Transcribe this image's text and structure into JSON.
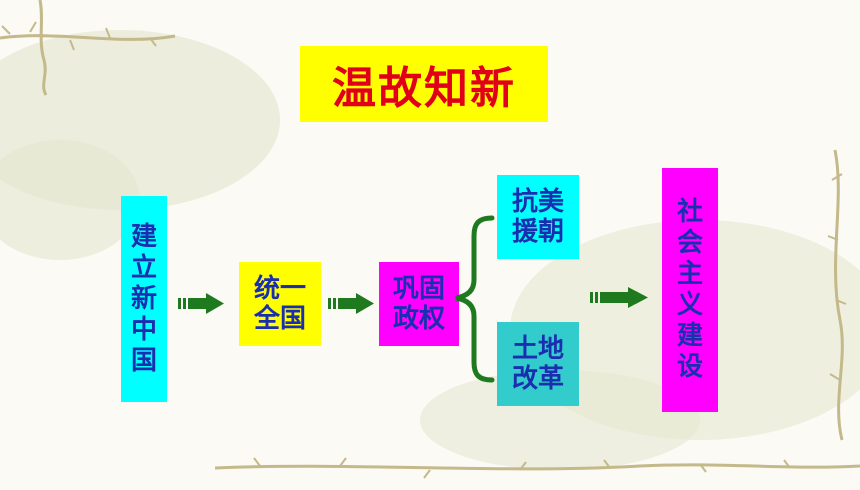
{
  "title": "温故知新",
  "nodes": {
    "found_china": [
      "建",
      "立",
      "新",
      "中",
      "国"
    ],
    "unify": [
      "统一",
      "全国"
    ],
    "consolidate": [
      "巩固",
      "政权"
    ],
    "korea": [
      "抗美",
      "援朝"
    ],
    "land_reform": [
      "土地",
      "改革"
    ],
    "socialism": [
      "社",
      "会",
      "主",
      "义",
      "建",
      "设"
    ]
  },
  "colors": {
    "title_bg": "#ffff00",
    "title_text": "#e0001a",
    "box_text": "#1a2fb0",
    "cyan": "#00ffff",
    "teal": "#33cccc",
    "yellow": "#ffff00",
    "magenta": "#ff00ff",
    "arrow": "#1f7a1f",
    "brace": "#1f7a1f"
  }
}
